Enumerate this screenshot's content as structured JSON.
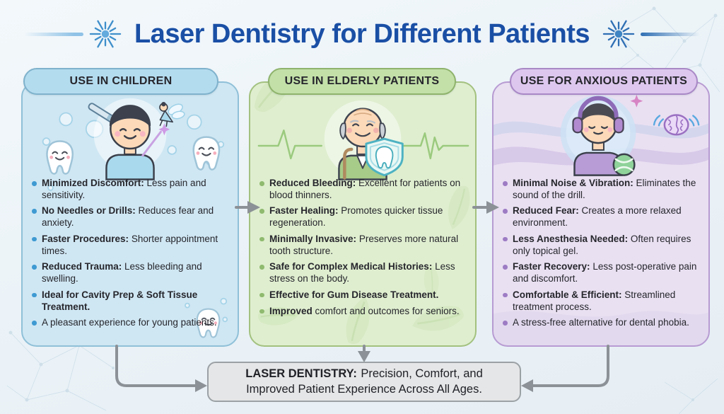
{
  "title": {
    "text": "Laser Dentistry for Different Patients"
  },
  "theme": {
    "title_color": "#1a4fa5",
    "connector_color": "#8b9196",
    "footer_bg": "#e5e6e7",
    "footer_border": "#9ba1a5",
    "background": "#eaf2f7"
  },
  "panels": [
    {
      "id": "children",
      "header": "USE IN CHILDREN",
      "illustration_alt": "smiling child with laser handpiece, tooth fairy, magic wand, happy teeth and bubbles",
      "colors": {
        "header_bg": "#b4dcef",
        "header_border": "#7fb2cc",
        "body_bg": "#cfe7f3",
        "body_border": "#8fc0d8",
        "bullet": "#3f9ad2"
      },
      "bullets": [
        {
          "lead": "Minimized Discomfort:",
          "rest": "Less pain and sensitivity."
        },
        {
          "lead": "No Needles or Drills:",
          "rest": "Reduces fear and anxiety."
        },
        {
          "lead": "Faster Procedures:",
          "rest": "Shorter appointment times."
        },
        {
          "lead": "Reduced Trauma:",
          "rest": "Less bleeding and swelling."
        },
        {
          "lead": "Ideal for Cavity Prep & Soft Tissue Treatment.",
          "rest": ""
        },
        {
          "lead": "",
          "rest": "A pleasant experience for young patients."
        }
      ]
    },
    {
      "id": "elderly",
      "header": "USE IN ELDERLY PATIENTS",
      "illustration_alt": "smiling elderly man with cane, shield with tooth, heartbeat EKG lines and leaves",
      "colors": {
        "header_bg": "#c3e0a9",
        "header_border": "#8fb36c",
        "body_bg": "#dfeecf",
        "body_border": "#a3c17f",
        "bullet": "#8fba6f"
      },
      "bullets": [
        {
          "lead": "Reduced Bleeding:",
          "rest": "Excellent for patients on blood thinners."
        },
        {
          "lead": "Faster Healing:",
          "rest": "Promotes quicker tissue regeneration."
        },
        {
          "lead": "Minimally Invasive:",
          "rest": "Preserves more natural tooth structure."
        },
        {
          "lead": "Safe for Complex Medical Histories:",
          "rest": "Less stress on the body."
        },
        {
          "lead": "Effective for Gum Disease Treatment.",
          "rest": ""
        },
        {
          "lead": "Improved",
          "rest": "comfort and outcomes for seniors."
        }
      ]
    },
    {
      "id": "anxious",
      "header": "USE FOR ANXIOUS PATIENTS",
      "illustration_alt": "relaxed patient wearing headphones holding stress ball, calming waves, brain icon and sparkle",
      "colors": {
        "header_bg": "#ddc7ee",
        "header_border": "#a988c6",
        "body_bg": "#e9e0f2",
        "body_border": "#b79bd2",
        "bullet": "#9d7cc4"
      },
      "bullets": [
        {
          "lead": "Minimal Noise & Vibration:",
          "rest": "Eliminates the sound of the drill."
        },
        {
          "lead": "Reduced Fear:",
          "rest": "Creates a more relaxed environment."
        },
        {
          "lead": "Less Anesthesia Needed:",
          "rest": "Often requires only topical gel."
        },
        {
          "lead": "Faster Recovery:",
          "rest": "Less post-operative pain and discomfort."
        },
        {
          "lead": "Comfortable & Efficient:",
          "rest": "Streamlined treatment process."
        },
        {
          "lead": "",
          "rest": "A stress-free alternative for dental phobia."
        }
      ]
    }
  ],
  "footer": {
    "lead": "LASER DENTISTRY:",
    "rest": "Precision, Comfort, and Improved Patient Experience Across All Ages."
  }
}
